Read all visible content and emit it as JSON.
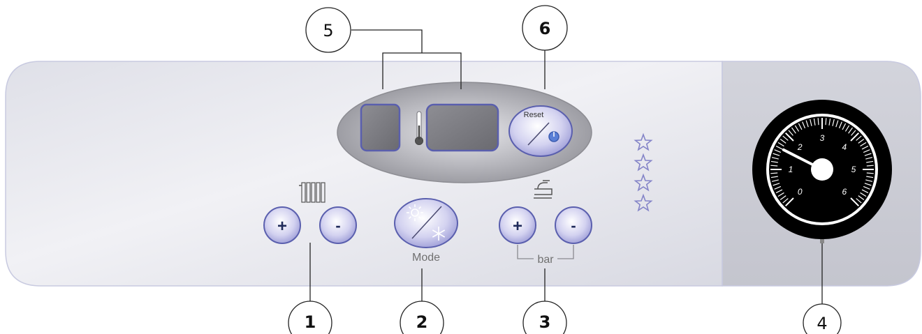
{
  "callouts": [
    {
      "id": "1",
      "label": "1"
    },
    {
      "id": "2",
      "label": "2"
    },
    {
      "id": "3",
      "label": "3"
    },
    {
      "id": "4",
      "label": "4"
    },
    {
      "id": "5",
      "label": "5"
    },
    {
      "id": "6",
      "label": "6"
    }
  ],
  "controls": {
    "reset_label": "Reset",
    "plus_sign": "+",
    "minus_sign": "-",
    "mode_label": "Mode",
    "bar_label": "bar"
  },
  "gauge": {
    "scale": [
      "0",
      "1",
      "2",
      "3",
      "4",
      "5",
      "6"
    ],
    "needle_value": 1.6,
    "scale_max": 6
  },
  "star_rating": 4,
  "colors": {
    "panel": "#e6e7ee",
    "panel_border": "#c8cae0",
    "display_oval": "#9a9aa0",
    "button_fill": "#c7c6ec",
    "button_border": "#5a5fae",
    "star": "#8484c8",
    "gauge_bezel": "#000000"
  },
  "icons": [
    "radiator-icon",
    "faucet-icon",
    "thermometer-icon",
    "sun-icon",
    "snowflake-icon",
    "power-icon",
    "star-icon"
  ]
}
